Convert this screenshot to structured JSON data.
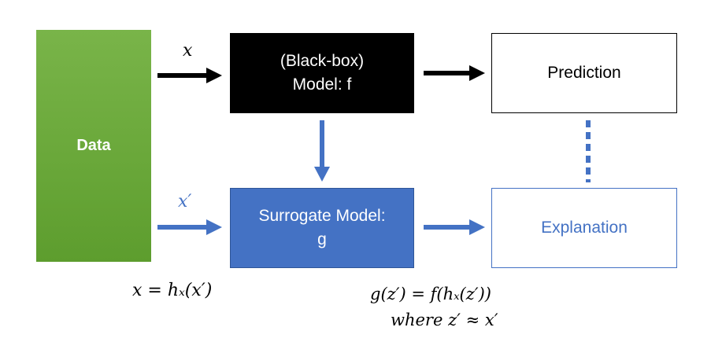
{
  "nodes": {
    "data": "Data",
    "model_line1": "(Black-box)",
    "model_line2": "Model: f",
    "prediction": "Prediction",
    "surrogate_line1": "Surrogate Model:",
    "surrogate_line2": "g",
    "explanation": "Explanation"
  },
  "labels": {
    "x": "x",
    "x_prime": "x′",
    "mapping": "x = hₓ(x′)",
    "surrogate_eq": "g(z′) = f(hₓ(z′))",
    "surrogate_condition": "where z′ ≈ x′"
  },
  "colors": {
    "data_green": "#6aa83a",
    "surrogate_blue": "#4472c4",
    "black": "#000000"
  }
}
